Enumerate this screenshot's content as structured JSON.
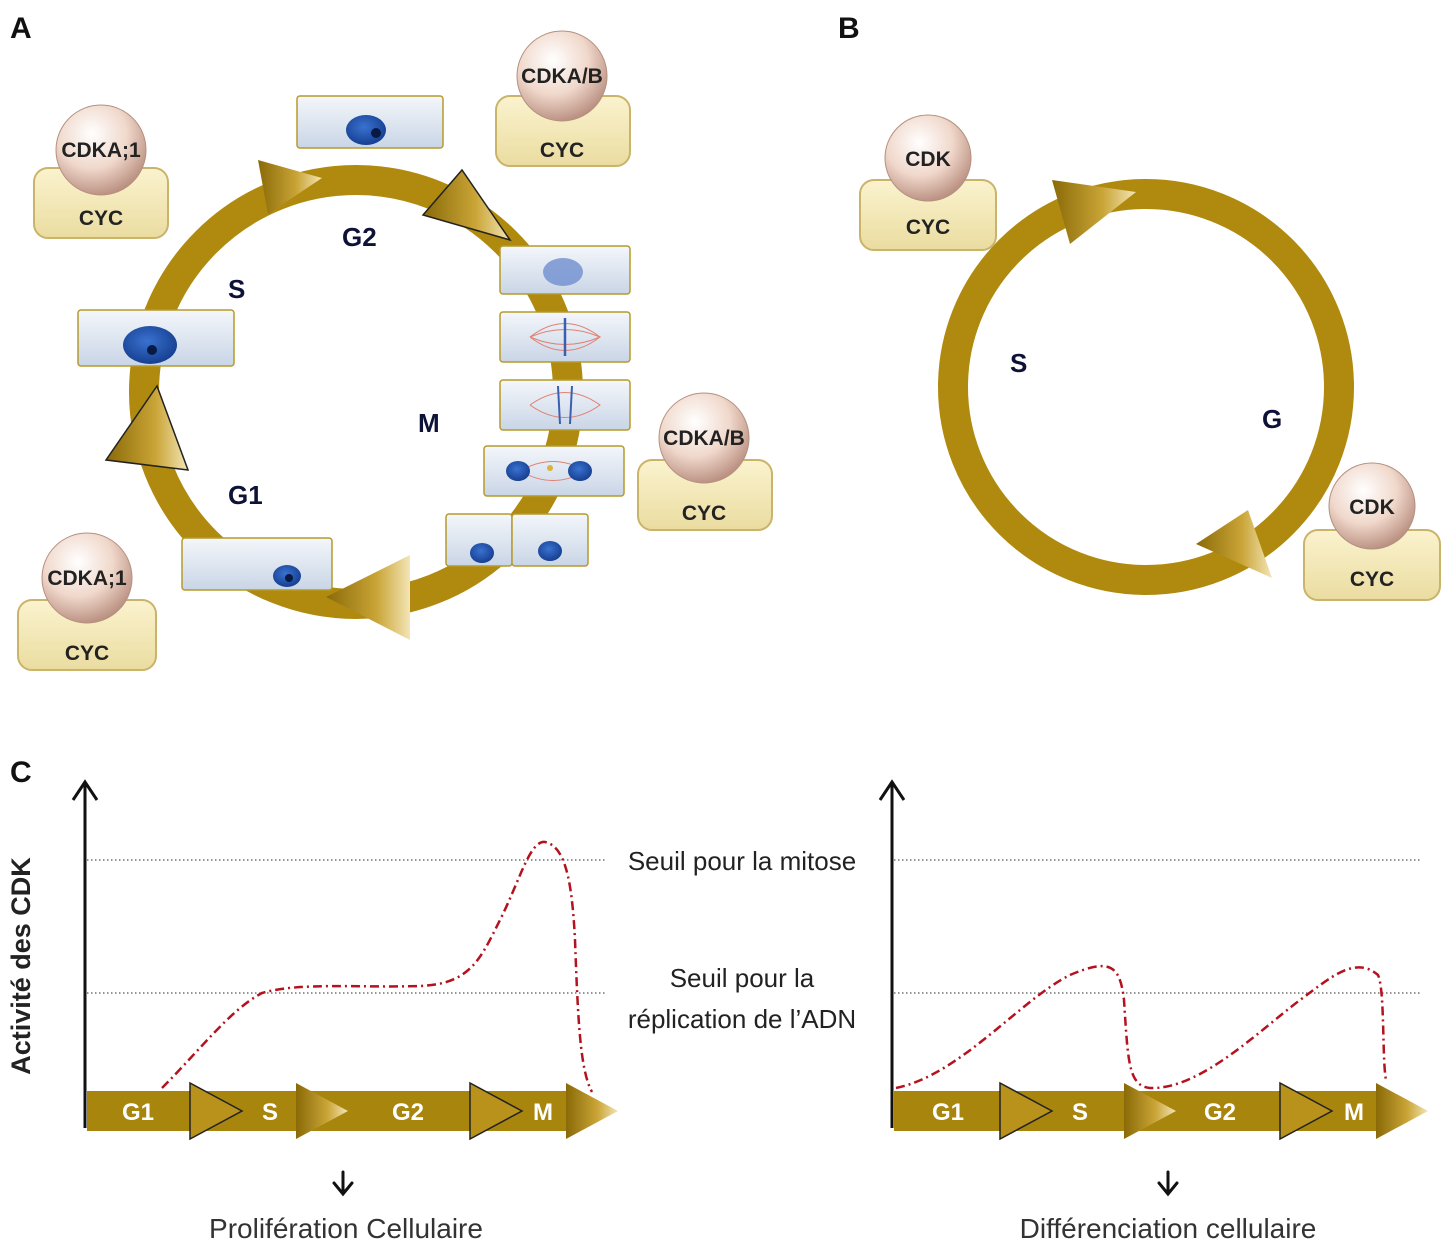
{
  "panels": {
    "a": "A",
    "b": "B",
    "c": "C"
  },
  "panel_a": {
    "phases": {
      "g2": "G2",
      "s": "S",
      "m": "M",
      "g1": "G1"
    },
    "complexes": [
      {
        "cdk": "CDKA;1",
        "cyc": "CYC"
      },
      {
        "cdk": "CDKA/B",
        "cyc": "CYC"
      },
      {
        "cdk": "CDKA/B",
        "cyc": "CYC"
      },
      {
        "cdk": "CDKA;1",
        "cyc": "CYC"
      }
    ]
  },
  "panel_b": {
    "phases": {
      "s": "S",
      "g": "G"
    },
    "complexes": [
      {
        "cdk": "CDK",
        "cyc": "CYC"
      },
      {
        "cdk": "CDK",
        "cyc": "CYC"
      }
    ]
  },
  "panel_c": {
    "y_axis_label": "Activité des CDK",
    "threshold_mitosis": "Seuil pour la mitose",
    "threshold_replication_line1": "Seuil pour la",
    "threshold_replication_line2": "réplication de l’ADN",
    "bar_left": [
      "G1",
      "S",
      "G2",
      "M"
    ],
    "bar_right": [
      "G1",
      "S",
      "G2",
      "M"
    ],
    "outcome_left": "Prolifération Cellulaire",
    "outcome_right": "Différenciation cellulaire",
    "arrow_glyph": "🡫"
  },
  "colors": {
    "ring": "#b08a0e",
    "curve": "#b3121e",
    "nucleus": "#1f4fa8",
    "complex_box": "#f3e8b6"
  }
}
